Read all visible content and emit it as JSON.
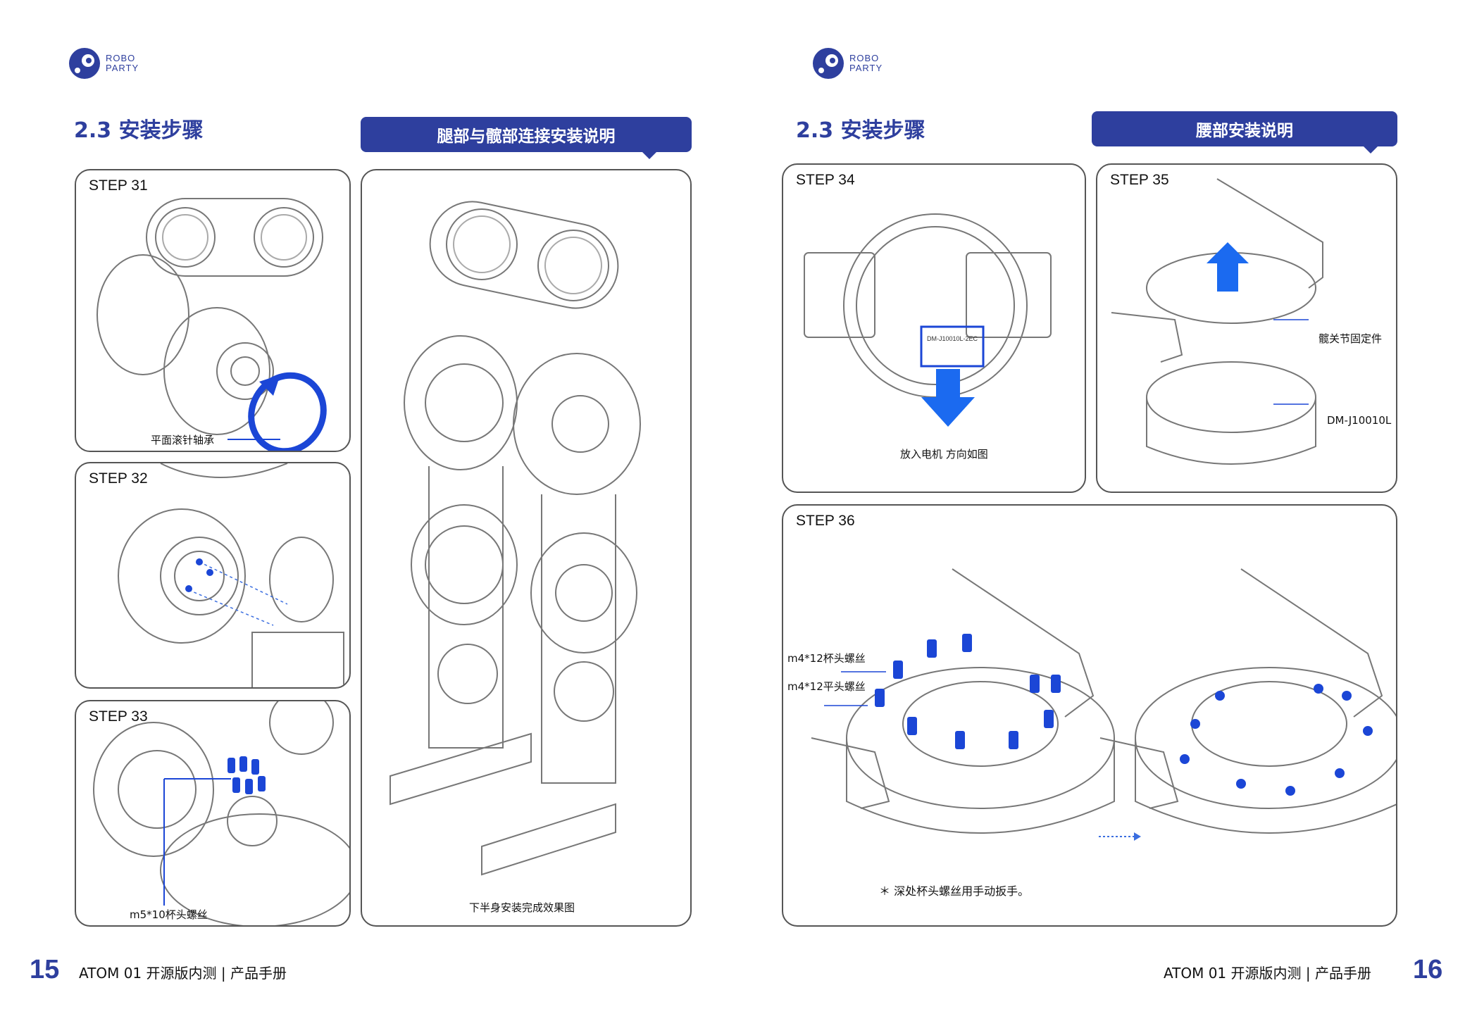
{
  "brand": {
    "line1": "ROBO",
    "line2": "PARTY",
    "accent": "#2e3f9e"
  },
  "left_page": {
    "section_title": "2.3  安装步骤",
    "banner": "腿部与髋部连接安装说明",
    "steps": [
      {
        "label": "STEP 31",
        "callout": "平面滚针轴承"
      },
      {
        "label": "STEP 32"
      },
      {
        "label": "STEP 33",
        "callout": "m5*10杯头螺丝"
      }
    ],
    "big_caption": "下半身安装完成效果图",
    "page_number": "15",
    "footer": "ATOM 01 开源版内测  |  产品手册"
  },
  "right_page": {
    "section_title": "2.3  安装步骤",
    "banner": "腰部安装说明",
    "steps": [
      {
        "label": "STEP 34",
        "callout": "放入电机  方向如图",
        "motor_tag": "DM-J10010L-2EC"
      },
      {
        "label": "STEP 35",
        "callout1": "髋关节固定件",
        "callout2": "DM-J10010L"
      },
      {
        "label": "STEP 36",
        "callout1": "m4*12杯头螺丝",
        "callout2": "m4*12平头螺丝",
        "note": "＊ 深处杯头螺丝用手动扳手。"
      }
    ],
    "page_number": "16",
    "footer": "ATOM 01 开源版内测  |  产品手册"
  }
}
